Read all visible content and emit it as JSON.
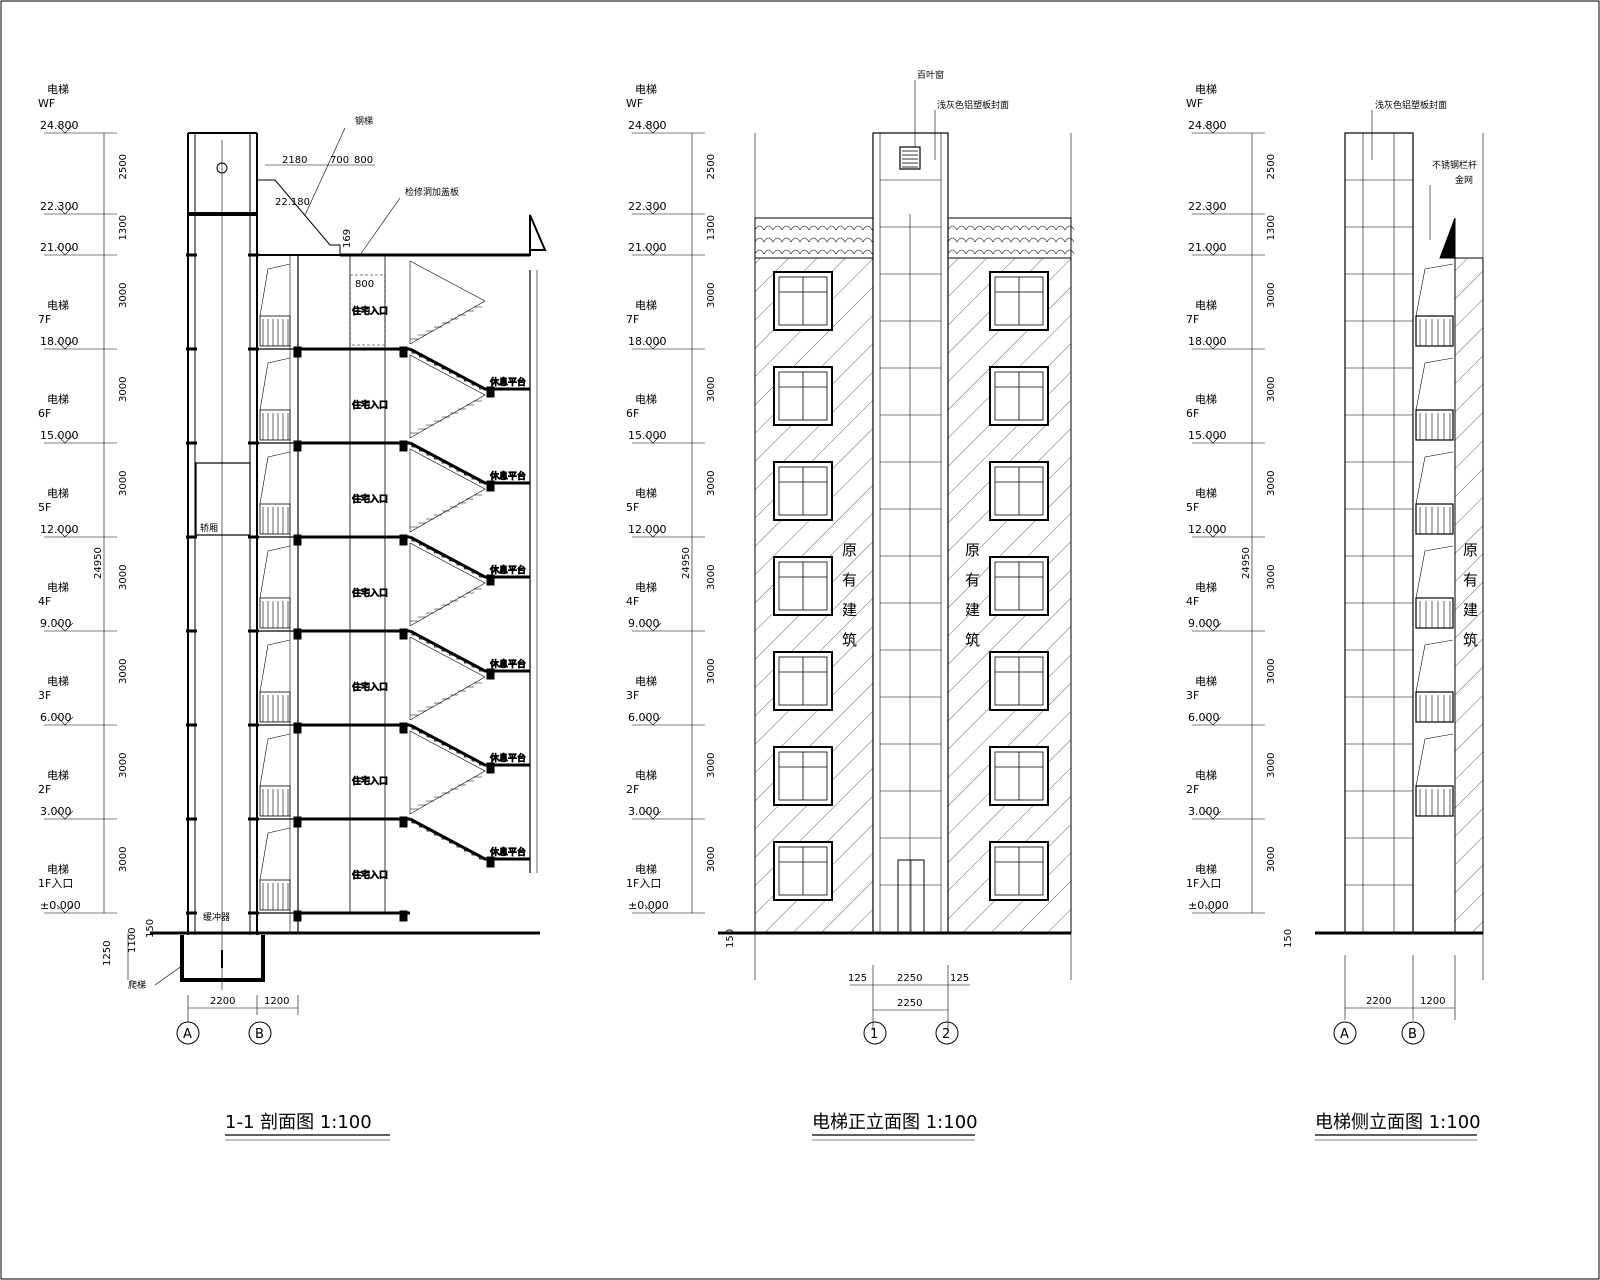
{
  "views": [
    {
      "id": "section",
      "title": "1-1 剖面图 1:100",
      "axes": [
        "A",
        "B"
      ],
      "bottom_dims": [
        "2200",
        "1200"
      ],
      "basement_dims": [
        "1250",
        "1100",
        "150"
      ],
      "notes": {
        "steel_stair": "钢梯",
        "access_panel": "检修洞加盖板",
        "machine": "轿厢",
        "buffer": "缓冲器",
        "pit_ladder": "爬梯",
        "dims_top": [
          "2180",
          "700",
          "800"
        ],
        "dim_22180": "22.180",
        "dim_169": "169",
        "dim_800": "800"
      },
      "landing_label": "休息平台",
      "entry_label": "住宅入口"
    },
    {
      "id": "front",
      "title": "电梯正立面图 1:100",
      "axes": [
        "1",
        "2"
      ],
      "bottom_dims": [
        "125",
        "2250",
        "125"
      ],
      "total_dim": "2250",
      "dim_150": "150",
      "notes": {
        "louver": "百叶窗",
        "cladding": "浅灰色铝塑板封面"
      },
      "existing": "原有建筑"
    },
    {
      "id": "side",
      "title": "电梯侧立面图 1:100",
      "axes": [
        "A",
        "B"
      ],
      "bottom_dims": [
        "2200",
        "1200"
      ],
      "dim_150": "150",
      "notes": {
        "cladding": "浅灰色铝塑板封面",
        "railing": "不锈钢栏杆",
        "railing2": "金网"
      },
      "existing": "原有建筑"
    }
  ],
  "levels": [
    {
      "name": [
        "电梯",
        "WF"
      ],
      "elev": "24.800"
    },
    {
      "name": [],
      "elev": "22.300"
    },
    {
      "name": [],
      "elev": "21.000"
    },
    {
      "name": [
        "电梯",
        "7F"
      ],
      "elev": "18.000"
    },
    {
      "name": [
        "电梯",
        "6F"
      ],
      "elev": "15.000"
    },
    {
      "name": [
        "电梯",
        "5F"
      ],
      "elev": "12.000"
    },
    {
      "name": [
        "电梯",
        "4F"
      ],
      "elev": "9.000"
    },
    {
      "name": [
        "电梯",
        "3F"
      ],
      "elev": "6.000"
    },
    {
      "name": [
        "电梯",
        "2F"
      ],
      "elev": "3.000"
    },
    {
      "name": [
        "电梯",
        "1F入口"
      ],
      "elev": "±0.000"
    }
  ],
  "storey_dims": [
    "2500",
    "1300",
    "3000",
    "3000",
    "3000",
    "3000",
    "3000",
    "3000",
    "3000"
  ],
  "total_height": "24950"
}
